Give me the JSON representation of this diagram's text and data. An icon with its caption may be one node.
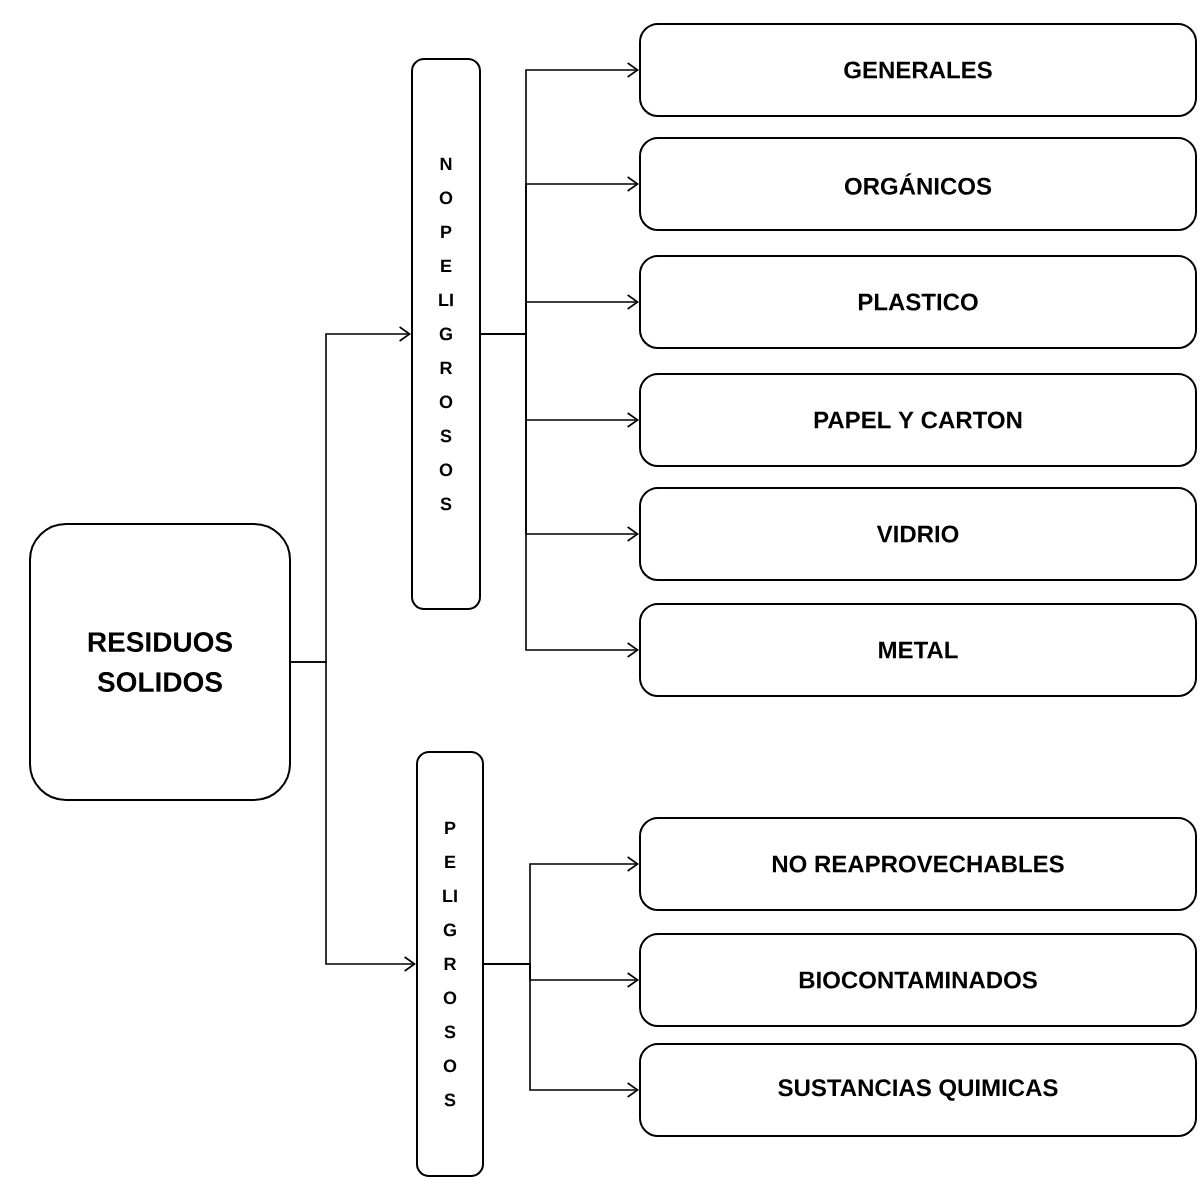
{
  "diagram": {
    "nodes": [
      {
        "text": [
          "RESIDUOS SOLIDOS"
        ]
      },
      {
        "text": [
          "NO PELIGROSOS"
        ]
      },
      {
        "text": [
          "PELIGROSOS"
        ]
      },
      {
        "text": [
          "GENERALES"
        ]
      },
      {
        "text": [
          "ORGÁNICOS"
        ]
      },
      {
        "text": [
          "PLASTICO"
        ]
      },
      {
        "text": [
          "PAPEL Y CARTON"
        ]
      },
      {
        "text": [
          "VIDRIO"
        ]
      },
      {
        "text": [
          "METAL"
        ]
      },
      {
        "text": [
          "NO REAPROVECHABLES"
        ]
      },
      {
        "text": [
          "BIOCONTAMINADOS"
        ]
      },
      {
        "text": [
          "SUSTANCIAS QUIMICAS"
        ]
      }
    ],
    "edges": [
      {
        "from": 0,
        "to": 1,
        "arrow": "to"
      },
      {
        "from": 0,
        "to": 2,
        "arrow": "to"
      },
      {
        "from": 1,
        "to": 3,
        "arrow": "to"
      },
      {
        "from": 1,
        "to": 4,
        "arrow": "to"
      },
      {
        "from": 1,
        "to": 5,
        "arrow": "to"
      },
      {
        "from": 1,
        "to": 6,
        "arrow": "to"
      },
      {
        "from": 1,
        "to": 7,
        "arrow": "to"
      },
      {
        "from": 1,
        "to": 8,
        "arrow": "to"
      },
      {
        "from": 2,
        "to": 9,
        "arrow": "to"
      },
      {
        "from": 2,
        "to": 10,
        "arrow": "to"
      },
      {
        "from": 2,
        "to": 11,
        "arrow": "to"
      }
    ]
  }
}
